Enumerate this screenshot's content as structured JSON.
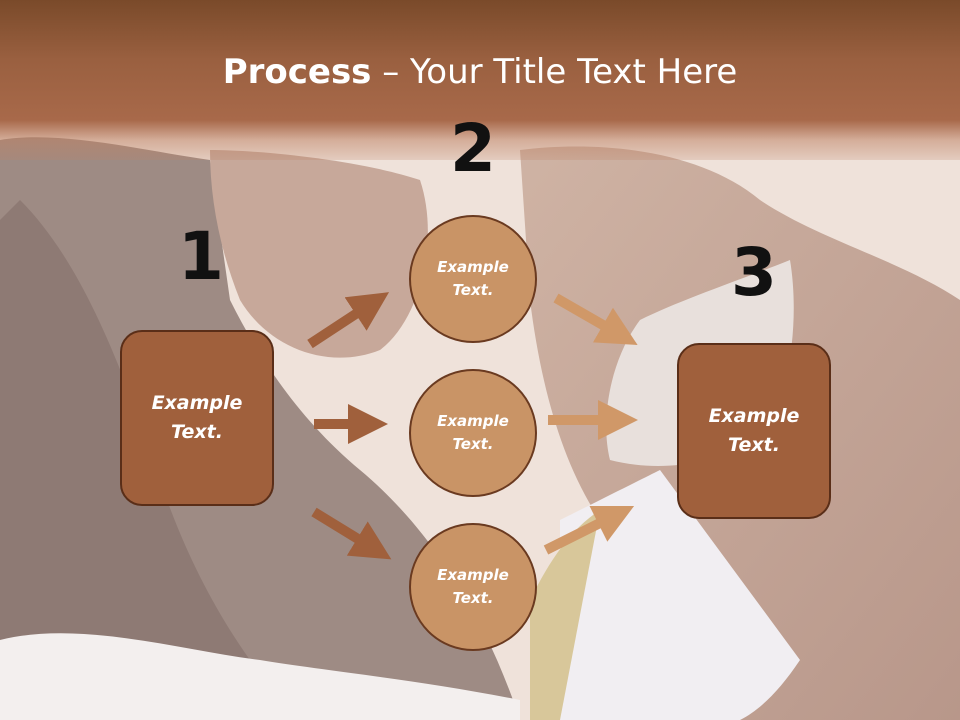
{
  "slide": {
    "title_bold": "Process",
    "title_rest": " – Your Title Text Here"
  },
  "steps": {
    "step1_number": "1",
    "step2_number": "2",
    "step3_number": "3"
  },
  "nodes": {
    "left_box": "Example\nText.",
    "circle_top": "Example\nText.",
    "circle_middle": "Example\nText.",
    "circle_bottom": "Example\nText.",
    "right_box": "Example\nText."
  },
  "colors": {
    "header": "#9a6040",
    "box_fill": "#a0603c",
    "circle_fill": "#c99466",
    "arrow_left": "#a0603c",
    "arrow_right": "#d09868"
  }
}
